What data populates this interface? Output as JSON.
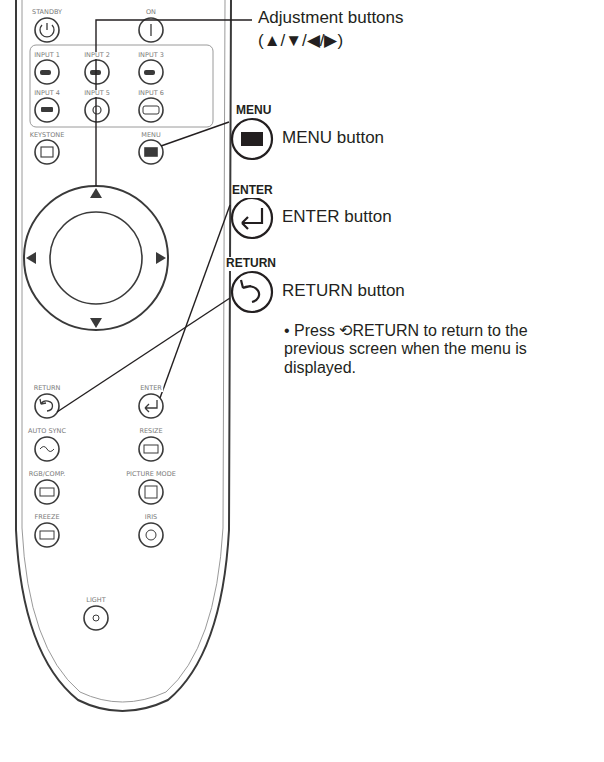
{
  "diagram": {
    "labels": [
      "Adjustment buttons",
      "(▲/▼/◀/▶)",
      "MENU",
      "MENU button",
      "ENTER",
      "ENTER button",
      "RETURN",
      "RETURN button",
      "• Press ⟲RETURN to return to the previous screen when the menu is displayed.",
      "STANDBY",
      "ON",
      "INPUT 1",
      "INPUT 2",
      "INPUT 3",
      "INPUT 4",
      "INPUT 5",
      "INPUT 6",
      "KEYSTONE",
      "MENU",
      "RETURN",
      "ENTER",
      "AUTO SYNC",
      "RESIZE",
      "RGB/COMP.",
      "PICTURE MODE",
      "FREEZE",
      "IRIS",
      "LIGHT"
    ]
  }
}
